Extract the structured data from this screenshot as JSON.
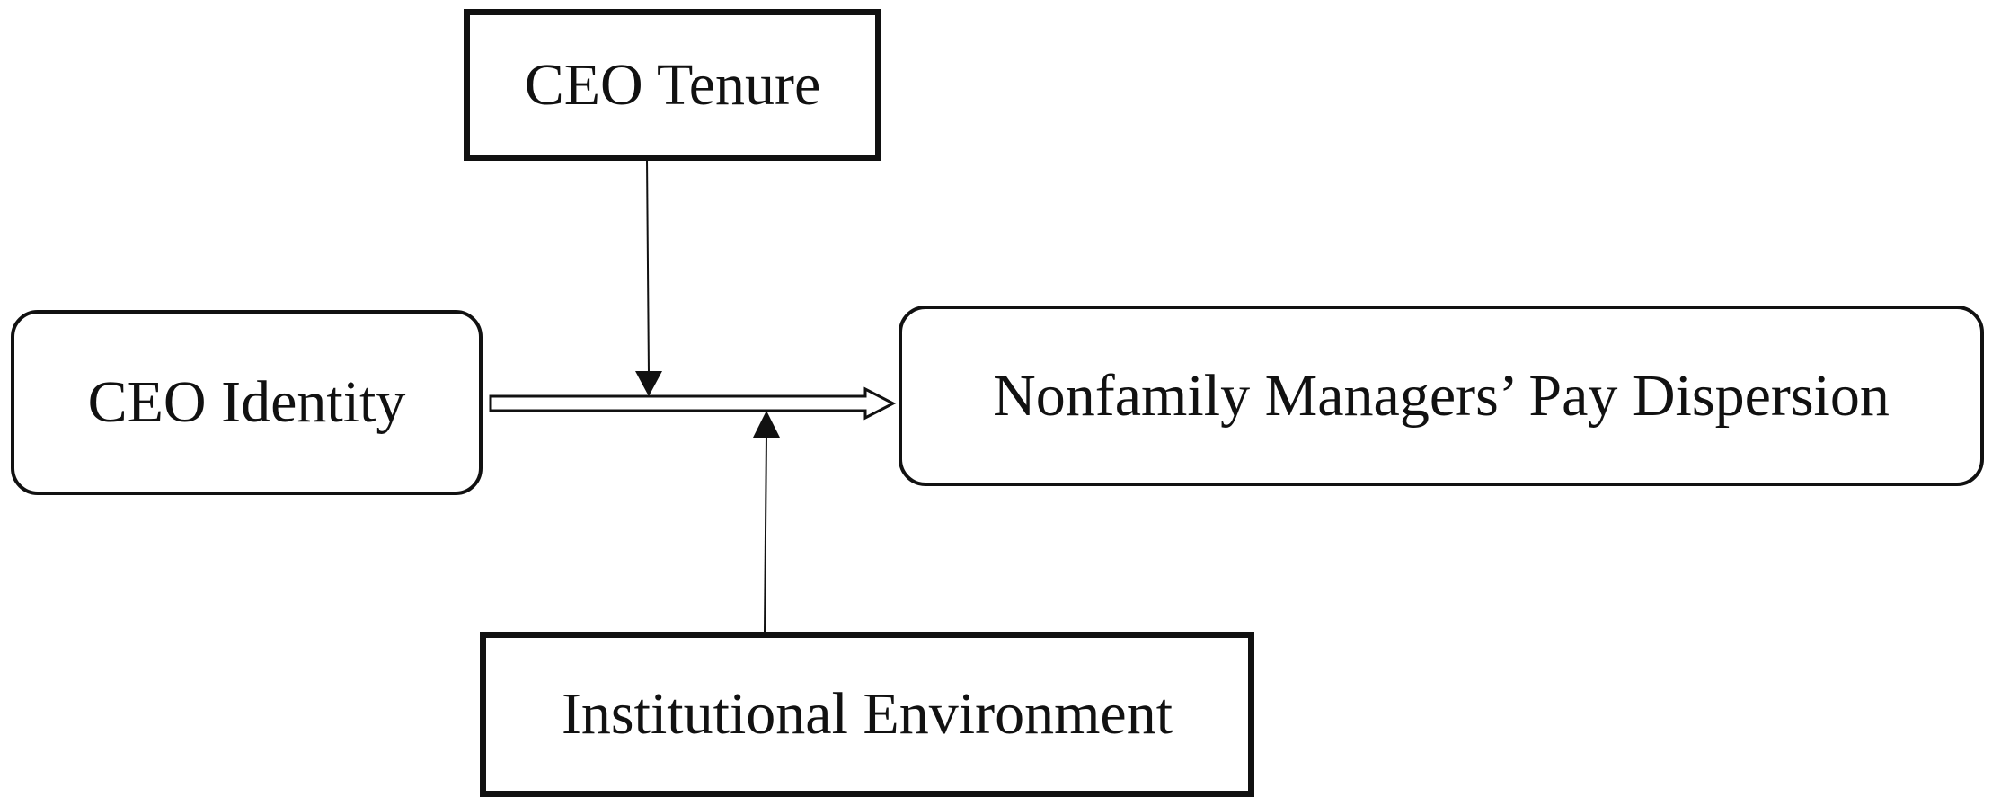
{
  "diagram": {
    "nodes": {
      "ceo_tenure": {
        "label": "CEO Tenure"
      },
      "ceo_identity": {
        "label": "CEO Identity"
      },
      "outcome": {
        "label": "Nonfamily Managers’ Pay Dispersion"
      },
      "institutional_environment": {
        "label": "Institutional Environment"
      }
    },
    "edges": [
      {
        "from": "ceo_identity",
        "to": "outcome",
        "kind": "main-effect"
      },
      {
        "from": "ceo_tenure",
        "to": "main-effect",
        "kind": "moderation"
      },
      {
        "from": "institutional_environment",
        "to": "main-effect",
        "kind": "moderation"
      }
    ],
    "colors": {
      "stroke": "#111111",
      "background": "#ffffff"
    }
  }
}
